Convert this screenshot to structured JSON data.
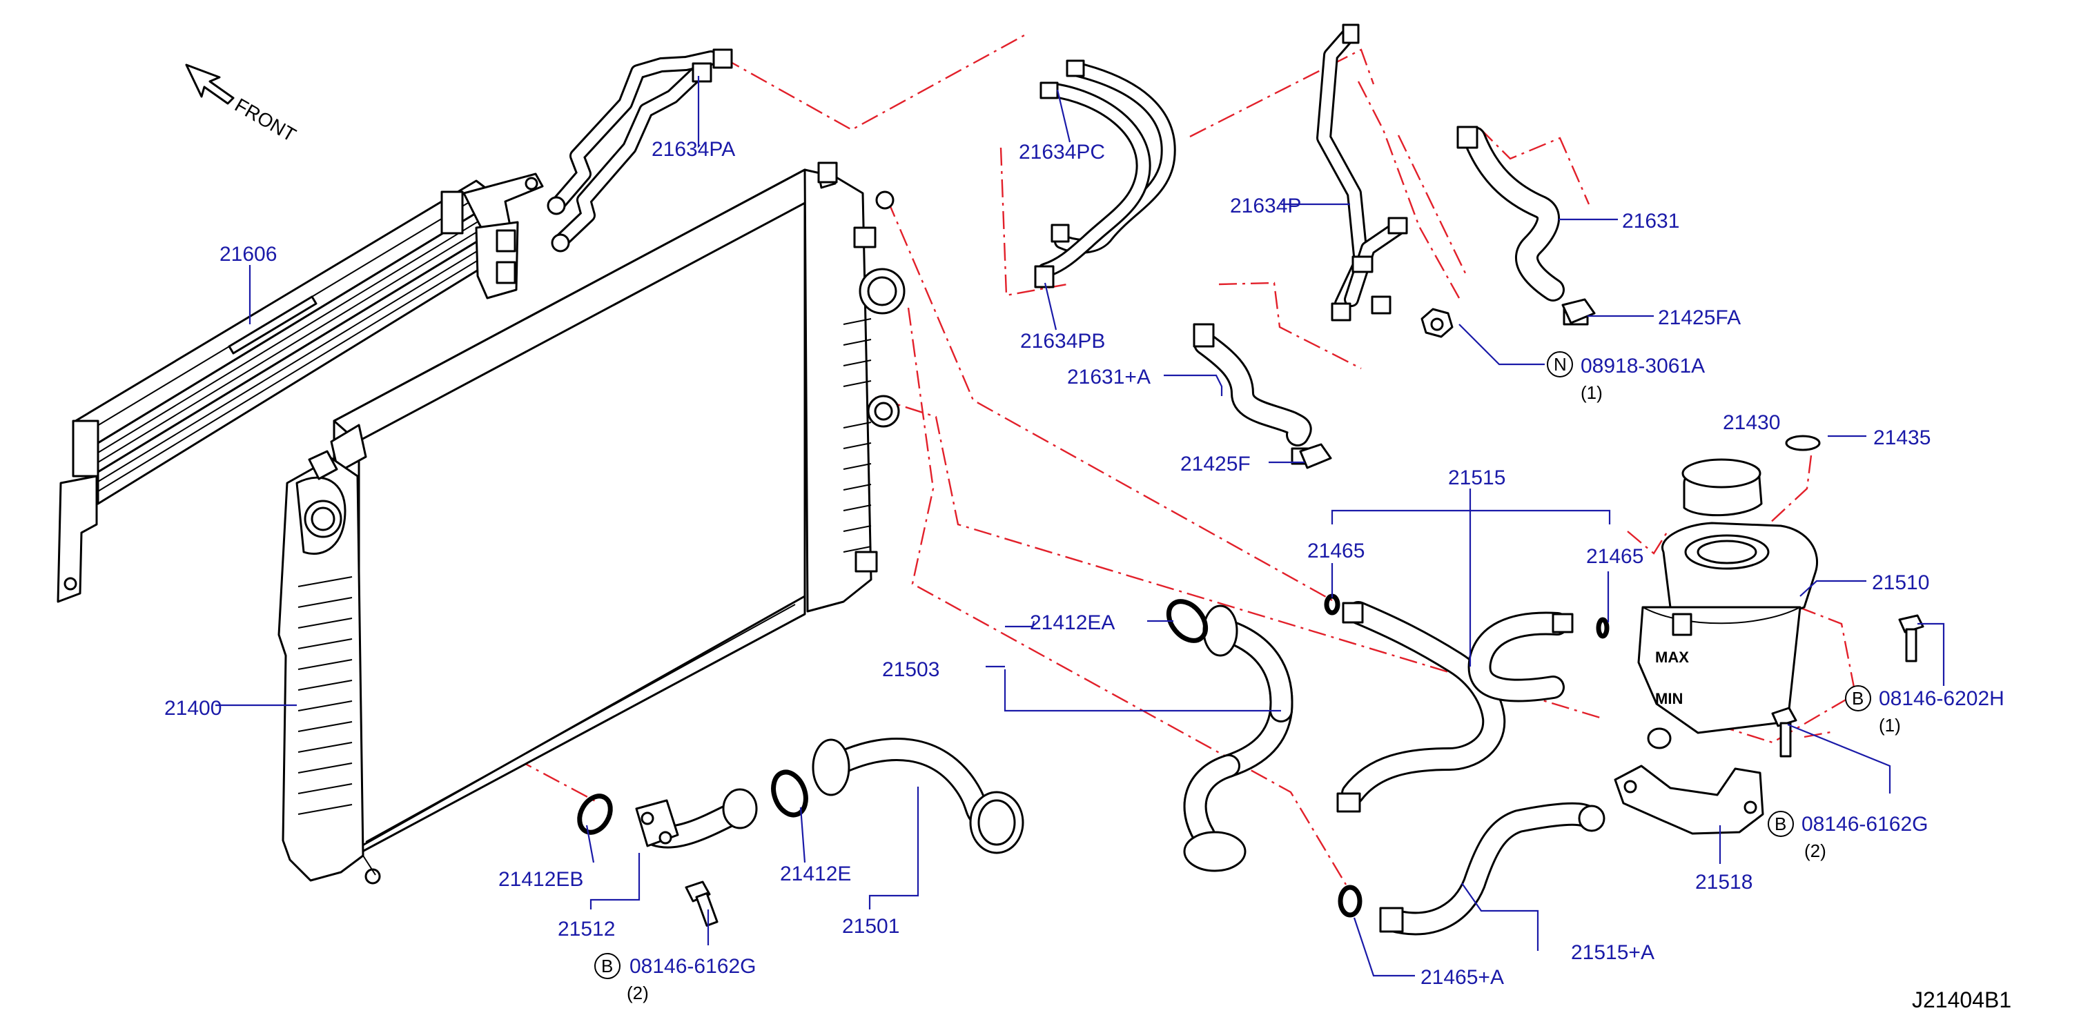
{
  "front_label": "FRONT",
  "diagram_id": "J21404B1",
  "parts": {
    "p21634PA": "21634PA",
    "p21634PC": "21634PC",
    "p21634P": "21634P",
    "p21631": "21631",
    "p21606": "21606",
    "p21634PB": "21634PB",
    "p21425FA": "21425FA",
    "p08918": "08918-3061A",
    "p08918_qty": "(1)",
    "p08918_sym": "N",
    "p21631A": "21631+A",
    "p21425F": "21425F",
    "p21430": "21430",
    "p21435": "21435",
    "p21515": "21515",
    "p21465_left": "21465",
    "p21465_right": "21465",
    "p21510": "21510",
    "p21412EA": "21412EA",
    "p21503": "21503",
    "p08146_6202H": "08146-6202H",
    "p08146_6202H_qty": "(1)",
    "p08146_6202H_sym": "B",
    "p21400": "21400",
    "p08146_6162G_right": "08146-6162G",
    "p08146_6162G_right_qty": "(2)",
    "p08146_6162G_right_sym": "B",
    "p21412EB": "21412EB",
    "p21412E": "21412E",
    "p21518": "21518",
    "p21512": "21512",
    "p21501": "21501",
    "p21515A": "21515+A",
    "p08146_6162G_left": "08146-6162G",
    "p08146_6162G_left_qty": "(2)",
    "p08146_6162G_left_sym": "B",
    "p21465A": "21465+A"
  },
  "tank_marks": [
    "MAX",
    "MIN"
  ],
  "colors": {
    "label": "#1a1aa8",
    "leader": "#1a1aa8",
    "dash": "#e2202a",
    "line": "#000000"
  }
}
